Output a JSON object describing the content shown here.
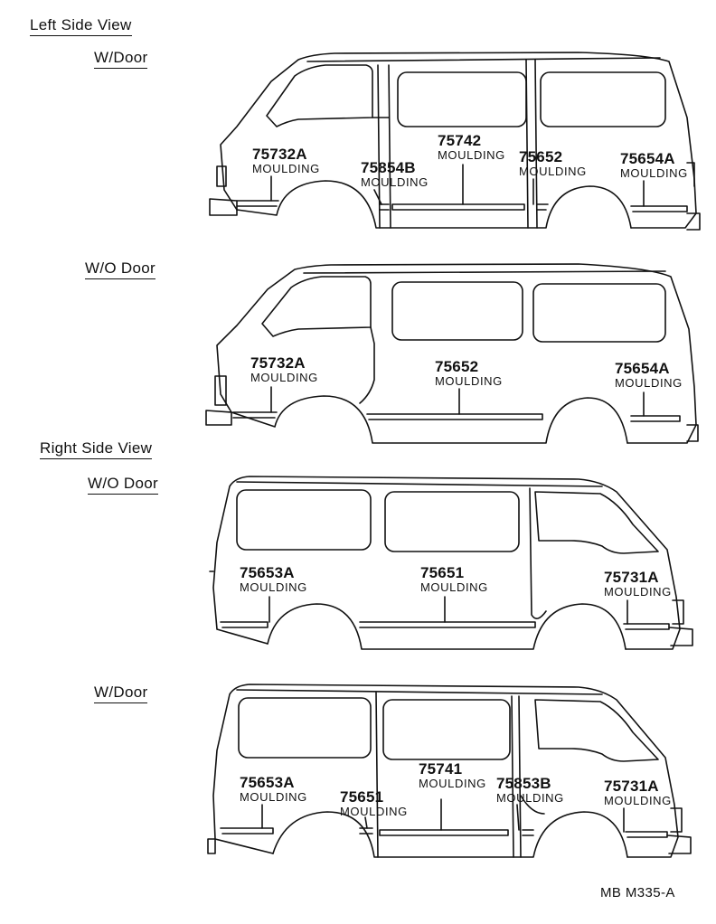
{
  "header": {
    "left_side_view": "Left Side View",
    "right_side_view": "Right Side View"
  },
  "views": [
    {
      "label": "W/Door",
      "parts": [
        {
          "number": "75732A",
          "name": "MOULDING"
        },
        {
          "number": "75854B",
          "name": "MOULDING"
        },
        {
          "number": "75742",
          "name": "MOULDING"
        },
        {
          "number": "75652",
          "name": "MOULDING"
        },
        {
          "number": "75654A",
          "name": "MOULDING"
        }
      ]
    },
    {
      "label": "W/O Door",
      "parts": [
        {
          "number": "75732A",
          "name": "MOULDING"
        },
        {
          "number": "75652",
          "name": "MOULDING"
        },
        {
          "number": "75654A",
          "name": "MOULDING"
        }
      ]
    },
    {
      "label": "W/O Door",
      "parts": [
        {
          "number": "75653A",
          "name": "MOULDING"
        },
        {
          "number": "75651",
          "name": "MOULDING"
        },
        {
          "number": "75731A",
          "name": "MOULDING"
        }
      ]
    },
    {
      "label": "W/Door",
      "parts": [
        {
          "number": "75653A",
          "name": "MOULDING"
        },
        {
          "number": "75651",
          "name": "MOULDING"
        },
        {
          "number": "75741",
          "name": "MOULDING"
        },
        {
          "number": "75853B",
          "name": "MOULDING"
        },
        {
          "number": "75731A",
          "name": "MOULDING"
        }
      ]
    }
  ],
  "footer": {
    "code": "MB  M335-A"
  }
}
